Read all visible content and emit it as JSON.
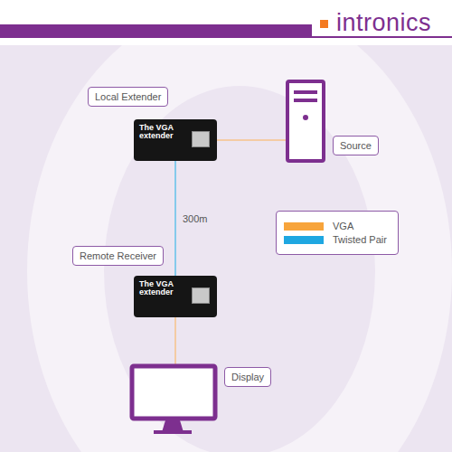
{
  "diagram": {
    "nodes": [
      {
        "text": [
          "Local Extender"
        ]
      },
      {
        "text": [
          "The VGA extender"
        ]
      },
      {
        "text": [
          "Source"
        ]
      },
      {
        "text": [
          "Remote Receiver"
        ]
      },
      {
        "text": [
          "The VGA extender"
        ]
      },
      {
        "text": [
          "Display"
        ]
      }
    ],
    "edges": [
      {
        "from": 1,
        "to": 4,
        "arrow": "none",
        "label": "300m"
      }
    ],
    "labels": [
      "intronics"
    ],
    "legend": [
      {
        "text": "VGA",
        "color": "#f7a43b"
      },
      {
        "text": "Twisted Pair",
        "color": "#1ea7e1"
      }
    ]
  }
}
